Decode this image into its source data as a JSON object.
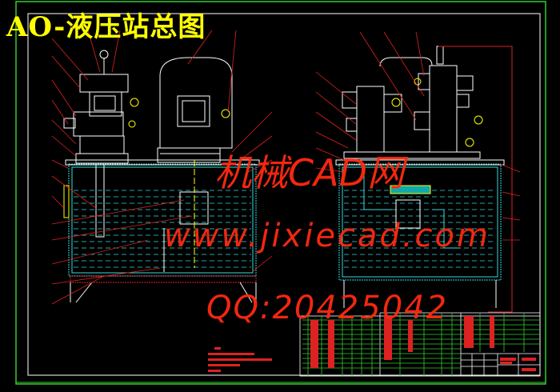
{
  "drawing": {
    "title": "AO-液压站总图",
    "watermark": {
      "site_name": "机械CAD网",
      "url": "www.jixiecad.com",
      "qq": "QQ:20425042"
    },
    "colors": {
      "background": "#000000",
      "frame": "#33cc33",
      "outline": "#ffffff",
      "tank": "#33dddd",
      "leader": "#dd2222",
      "title": "#ffff00",
      "watermark": "#ff2a10"
    }
  }
}
